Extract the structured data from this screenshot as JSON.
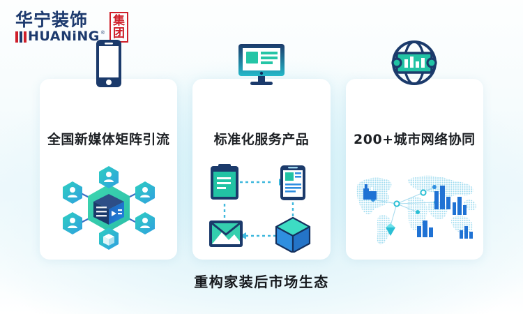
{
  "logo": {
    "name_cn": "华宁装饰",
    "name_en": "HUANiNG",
    "registered_mark": "®",
    "badge_line1": "集",
    "badge_line2": "团",
    "color_navy": "#1d3a6e",
    "color_red": "#cf1f2a"
  },
  "cards": [
    {
      "icon": "smartphone-icon",
      "title": "全国新媒体矩阵引流",
      "art": "hexagon-network-diagram",
      "art_nodes": [
        "user",
        "user",
        "user",
        "user",
        "user",
        "package"
      ],
      "art_center": "server-cube"
    },
    {
      "icon": "desktop-monitor-icon",
      "title": "标准化服务产品",
      "art": "four-step-flow-diagram",
      "art_nodes": [
        "clipboard",
        "mobile-form",
        "cube",
        "envelope"
      ]
    },
    {
      "icon": "globe-analytics-icon",
      "title": "200+城市网络协同",
      "art": "dotted-world-map",
      "art_nodes": [
        "factory",
        "bar-chart",
        "bar-chart",
        "bar-chart",
        "bar-chart",
        "gem"
      ]
    }
  ],
  "caption": "重构家装后市场生态",
  "theme": {
    "background_top": "#fdfefe",
    "background_mid": "#e8f7fb",
    "card_background": "#ffffff",
    "accent_teal": "#23c7a9",
    "accent_blue": "#1f6fd6",
    "accent_navy": "#1b3a6b",
    "text_dark": "#1d2024"
  }
}
